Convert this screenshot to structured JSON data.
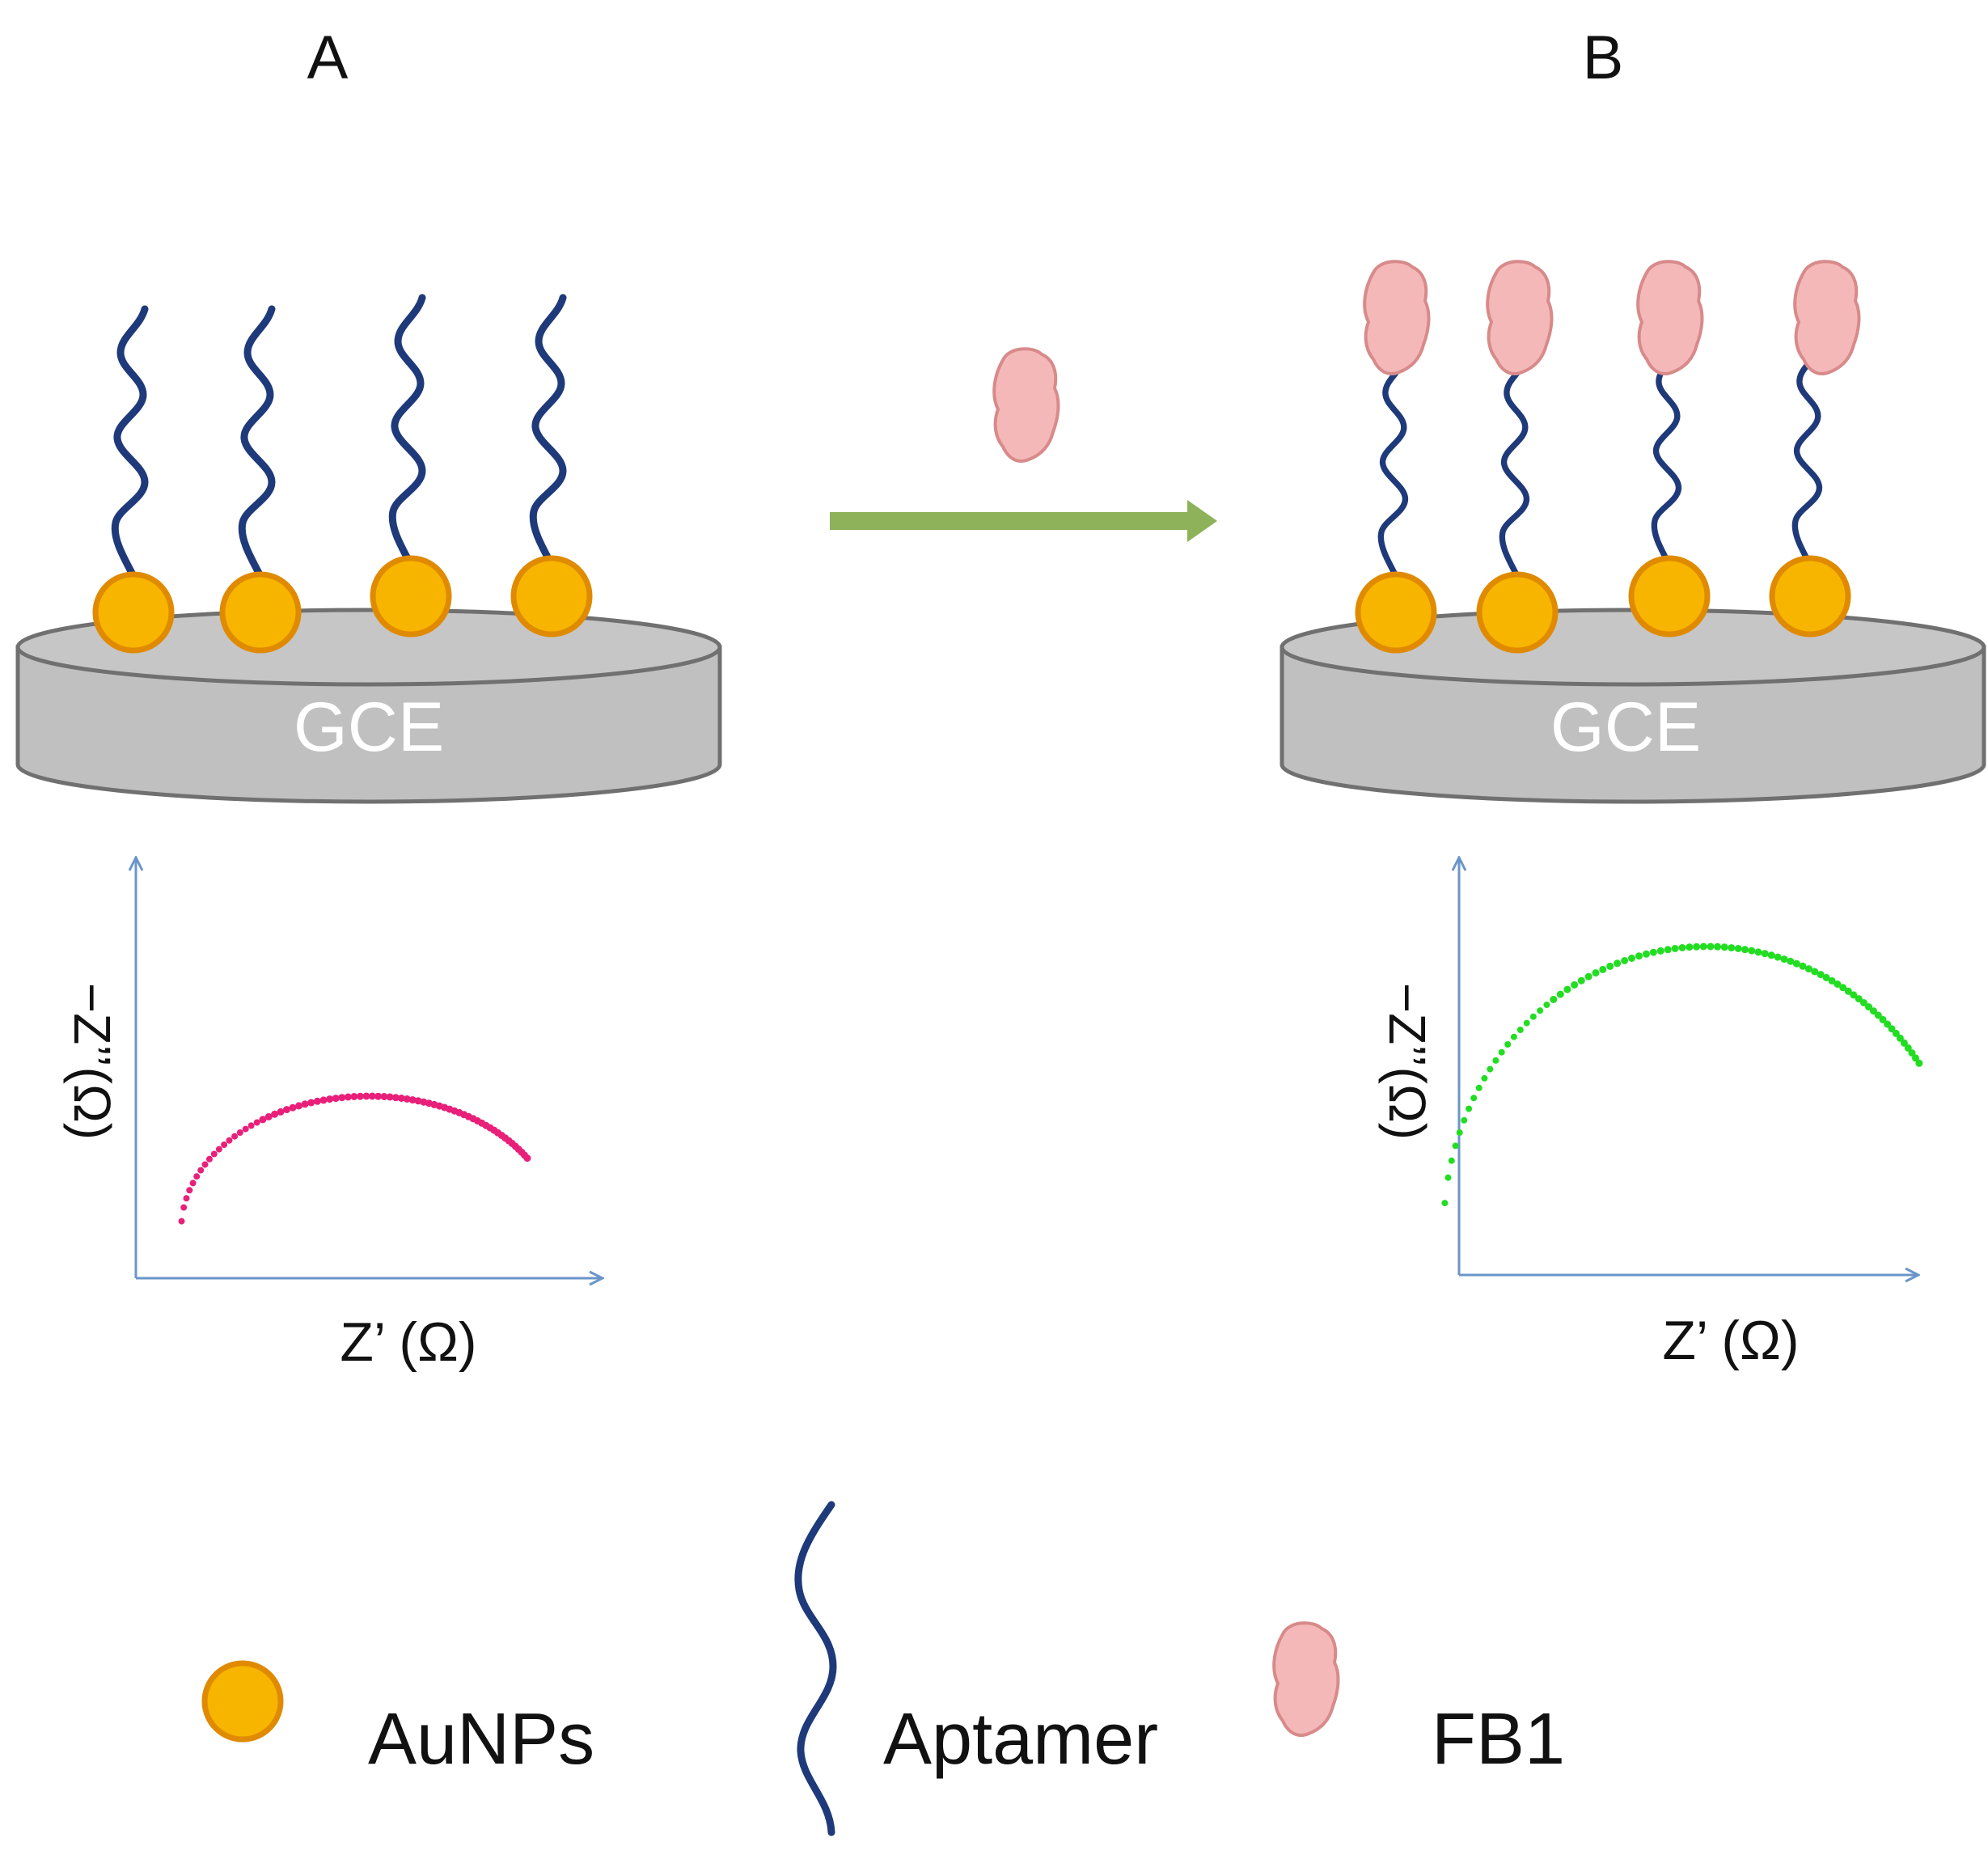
{
  "panels": {
    "A": {
      "label": "A",
      "electrode_label": "GCE",
      "x_axis_label": "Z’ (Ω)",
      "y_axis_label": "−Z’’(Ω)"
    },
    "B": {
      "label": "B",
      "electrode_label": "GCE",
      "x_axis_label": "Z’ (Ω)",
      "y_axis_label": "−Z’’(Ω)"
    }
  },
  "legend": {
    "aunps": "AuNPs",
    "aptamer": "Aptamer",
    "fb1": "FB1"
  },
  "colors": {
    "aptamer": "#1f3a7a",
    "aunp_fill": "#f7b500",
    "aunp_stroke": "#e08a00",
    "fb1_fill": "#f5b8b8",
    "fb1_stroke": "#d88a8a",
    "electrode_fill": "#c0c0c0",
    "electrode_stroke": "#707070",
    "arrow": "#8db25a",
    "axis": "#6b95c9",
    "curve_A": "#e8207a",
    "curve_B": "#22dd22"
  }
}
